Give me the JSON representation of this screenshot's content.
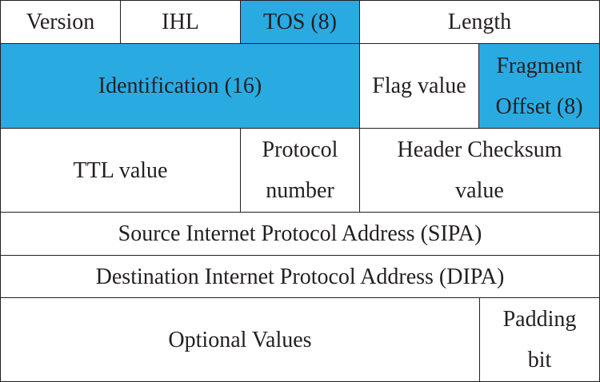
{
  "colors": {
    "highlight": "#29abe2",
    "line": "#231f20",
    "background": "#ffffff"
  },
  "header": {
    "rows": [
      [
        {
          "key": "version",
          "lines": [
            "Version"
          ],
          "highlighted": false
        },
        {
          "key": "ihl",
          "lines": [
            "IHL"
          ],
          "highlighted": false
        },
        {
          "key": "tos",
          "lines": [
            "TOS (8)"
          ],
          "highlighted": true
        },
        {
          "key": "length",
          "lines": [
            "Length"
          ],
          "highlighted": false
        }
      ],
      [
        {
          "key": "identification",
          "lines": [
            "Identification (16)"
          ],
          "highlighted": true
        },
        {
          "key": "flag",
          "lines": [
            "Flag value"
          ],
          "highlighted": false
        },
        {
          "key": "fragment-offset",
          "lines": [
            "Fragment",
            "Offset (8)"
          ],
          "highlighted": true
        }
      ],
      [
        {
          "key": "ttl",
          "lines": [
            "TTL value"
          ],
          "highlighted": false
        },
        {
          "key": "protocol",
          "lines": [
            "Protocol",
            "number"
          ],
          "highlighted": false
        },
        {
          "key": "checksum",
          "lines": [
            "Header Checksum",
            "value"
          ],
          "highlighted": false
        }
      ],
      [
        {
          "key": "sipa",
          "lines": [
            "Source Internet Protocol Address (SIPA)"
          ],
          "highlighted": false
        }
      ],
      [
        {
          "key": "dipa",
          "lines": [
            "Destination Internet Protocol Address (DIPA)"
          ],
          "highlighted": false
        }
      ],
      [
        {
          "key": "optional",
          "lines": [
            "Optional Values"
          ],
          "highlighted": false
        },
        {
          "key": "padding",
          "lines": [
            "Padding",
            "bit"
          ],
          "highlighted": false
        }
      ]
    ]
  }
}
